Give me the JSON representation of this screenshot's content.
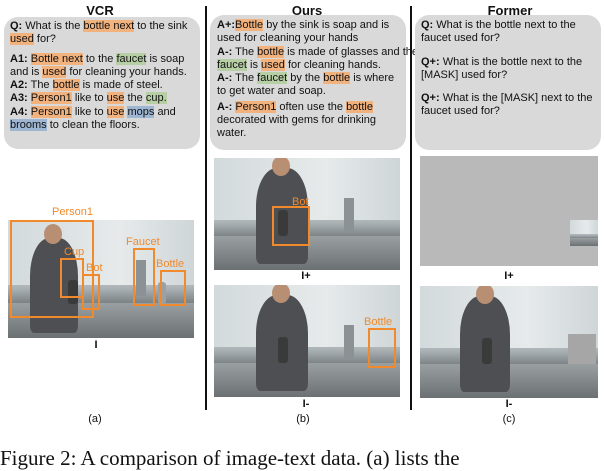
{
  "titles": {
    "vcr": "VCR",
    "ours": "Ours",
    "former": "Former"
  },
  "vcr": {
    "q_prefix": "Q:",
    "q_a": "What is the",
    "q_hl1": "bottle next",
    "q_b": "to the sink",
    "q_hl2": "used",
    "q_c": "for?",
    "a1_prefix": "A1:",
    "a1_hl1": "Bottle next",
    "a1_a": "to the",
    "a1_hl2": "faucet",
    "a1_b": "is soap",
    "a1_c": "and is",
    "a1_hl3": "used",
    "a1_d": "for cleaning your hands.",
    "a2_prefix": "A2:",
    "a2_a": "The",
    "a2_hl1": "bottle",
    "a2_b": "is made of steel.",
    "a3_prefix": "A3:",
    "a3_hl1": "Person1",
    "a3_a": "like to",
    "a3_hl2": "use",
    "a3_b": "the",
    "a3_hl3": "cup.",
    "a4_prefix": "A4:",
    "a4_hl1": "Person1",
    "a4_a": "like to",
    "a4_hl2": "use",
    "a4_hl3": "mops",
    "a4_b": "and",
    "a4_hl4": "brooms",
    "a4_c": "to clean the floors.",
    "boxes": {
      "person": "Person1",
      "cup": "Cup",
      "bottle_a": "Bot",
      "faucet": "Faucet",
      "bottle_b": "Bottle"
    },
    "img_label": "I",
    "sub": "(a)"
  },
  "ours": {
    "l1_prefix": "A+:",
    "l1_hl1": "Bottle",
    "l1_a": "by the sink is soap and is",
    "l2": "used for cleaning your hands",
    "l3_prefix": "A-:",
    "l3_a": "The",
    "l3_hl1": "bottle",
    "l3_b": "is made of glasses and the",
    "l4_hl1": "faucet",
    "l4_a": "is",
    "l4_hl2": "used",
    "l4_b": "for cleaning hands.",
    "l5_prefix": "A-:",
    "l5_a": "The",
    "l5_hl1": "faucet",
    "l5_b": "by the",
    "l5_hl2": "bottle",
    "l5_c": "is where",
    "l6": "to get water and soap.",
    "l7_prefix": "A-:",
    "l7_hl1": "Person1",
    "l7_a": "often use the",
    "l7_hl2": "bottle",
    "l8": "decorated with gems for drinking",
    "l9": "water.",
    "box_top": "Bot",
    "box_bottom": "Bottle",
    "img_label_top": "I+",
    "img_label_bottom": "I-",
    "sub": "(b)"
  },
  "former": {
    "q_prefix": "Q:",
    "q_l1": "What is the bottle next to the",
    "q_l2": "faucet used for?",
    "q1_prefix": "Q+:",
    "q1_l1": "What is the bottle next to the",
    "q1_l2": "[MASK] used for?",
    "q2_prefix": "Q+:",
    "q2_l1": "What is the [MASK] next to the",
    "q2_l2": "faucet used for?",
    "img_label_top": "I+",
    "img_label_bottom": "I-",
    "sub": "(c)"
  },
  "caption": "Figure 2: A comparison of image-text data. (a) lists the"
}
